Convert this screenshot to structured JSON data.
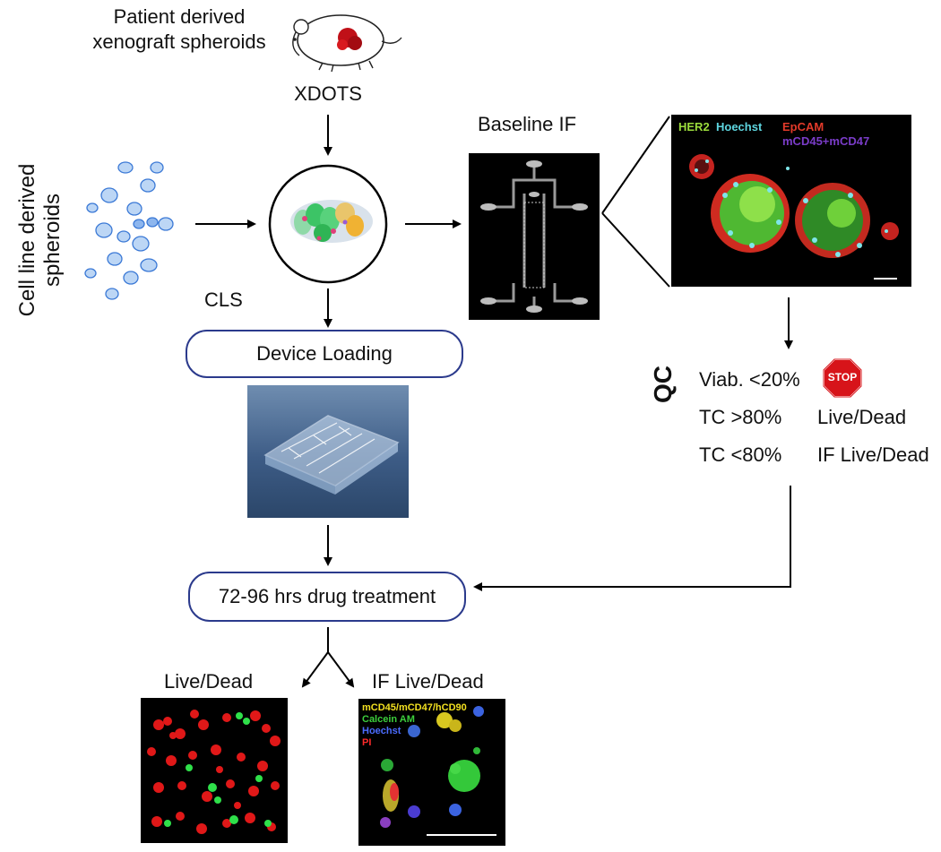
{
  "top": {
    "pdx_label_line1": "Patient derived",
    "pdx_label_line2": "xenograft spheroids",
    "xdots": "XDOTS",
    "cls": "CLS",
    "cell_line_line1": "Cell line derived",
    "cell_line_line2": "spheroids"
  },
  "baseline": {
    "title": "Baseline IF",
    "markers": {
      "her2": "HER2",
      "hoechst": "Hoechst",
      "epcam": "EpCAM",
      "mcd45": "mCD45+mCD47"
    }
  },
  "steps": {
    "device_loading": "Device Loading",
    "drug_treatment": "72-96 hrs drug treatment"
  },
  "qc": {
    "label": "QC",
    "rows": [
      {
        "condition": "Viab. <20%",
        "outcome": "STOP"
      },
      {
        "condition": "TC >80%",
        "outcome": "Live/Dead"
      },
      {
        "condition": "TC <80%",
        "outcome": "IF Live/Dead"
      }
    ]
  },
  "outputs": {
    "live_dead": "Live/Dead",
    "if_live_dead": "IF Live/Dead",
    "if_markers": {
      "m1": "mCD45/mCD47/hCD90",
      "m2": "Calcein AM",
      "m3": "Hoechst",
      "m4": "PI"
    }
  },
  "colors": {
    "pill_border": "#2b3a8c",
    "her2": "#9bdc3c",
    "hoechst": "#5ed6e0",
    "epcam": "#e23a2a",
    "mcd45": "#7a3cc8",
    "marker_yellow": "#f2e020",
    "marker_green": "#3ccf3c",
    "marker_blue": "#4b6cff",
    "marker_red": "#ff2a2a",
    "stop_red": "#d7141a"
  },
  "icons": [
    "mouse-icon",
    "stop-sign-icon",
    "spheroid-cluster-icon",
    "microfluidic-chip-icon",
    "device-photo-icon"
  ]
}
